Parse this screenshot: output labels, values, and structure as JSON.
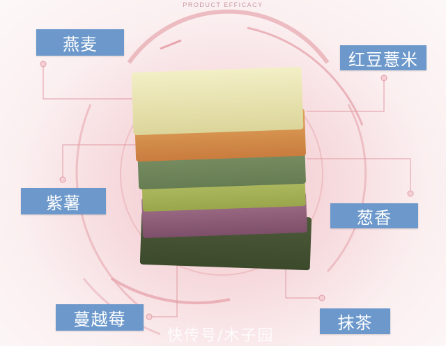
{
  "header": {
    "subtitle": "PRODUCT EFFICACY"
  },
  "labels": {
    "oat": "燕麦",
    "red_bean_barley": "红豆薏米",
    "purple_potato": "紫薯",
    "scallion": "葱香",
    "cranberry": "蔓越莓",
    "matcha": "抹茶"
  },
  "watermark": "快传号/木子园",
  "colors": {
    "label_bg": "#6c98cb",
    "arc": "#e6a6ae",
    "line": "#e09aa3"
  }
}
